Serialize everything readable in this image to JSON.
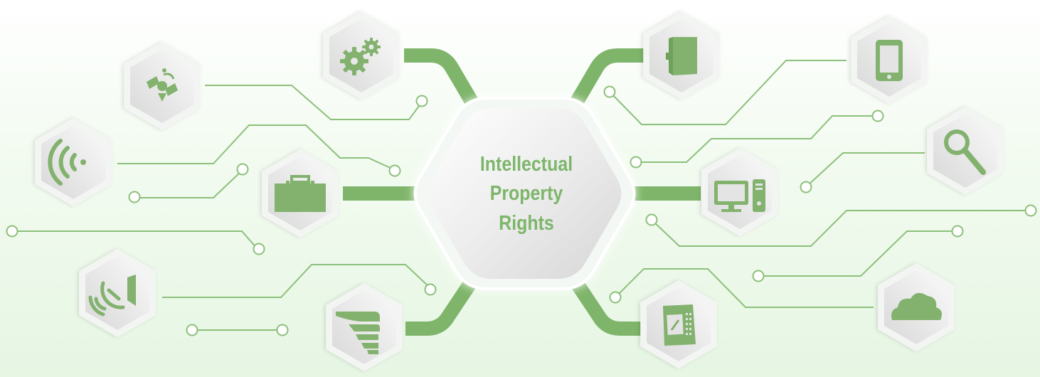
{
  "center_hub": {
    "title_line1": "Intellectual",
    "title_line2": "Property",
    "title_line3": "Rights"
  },
  "colors": {
    "accent_green": "#82b26e",
    "connector_green": "#7fb56b",
    "hex_fill": "#e4e4e4",
    "background": "#eaf7e6"
  },
  "nodes": [
    {
      "name": "satellite-icon"
    },
    {
      "name": "gears-icon"
    },
    {
      "name": "book-icon"
    },
    {
      "name": "tablet-icon"
    },
    {
      "name": "wifi-signal-icon"
    },
    {
      "name": "briefcase-icon"
    },
    {
      "name": "desktop-computer-icon"
    },
    {
      "name": "magnifier-icon"
    },
    {
      "name": "satellite-dish-icon"
    },
    {
      "name": "hand-icon"
    },
    {
      "name": "ereader-icon"
    },
    {
      "name": "cloud-icon"
    }
  ]
}
